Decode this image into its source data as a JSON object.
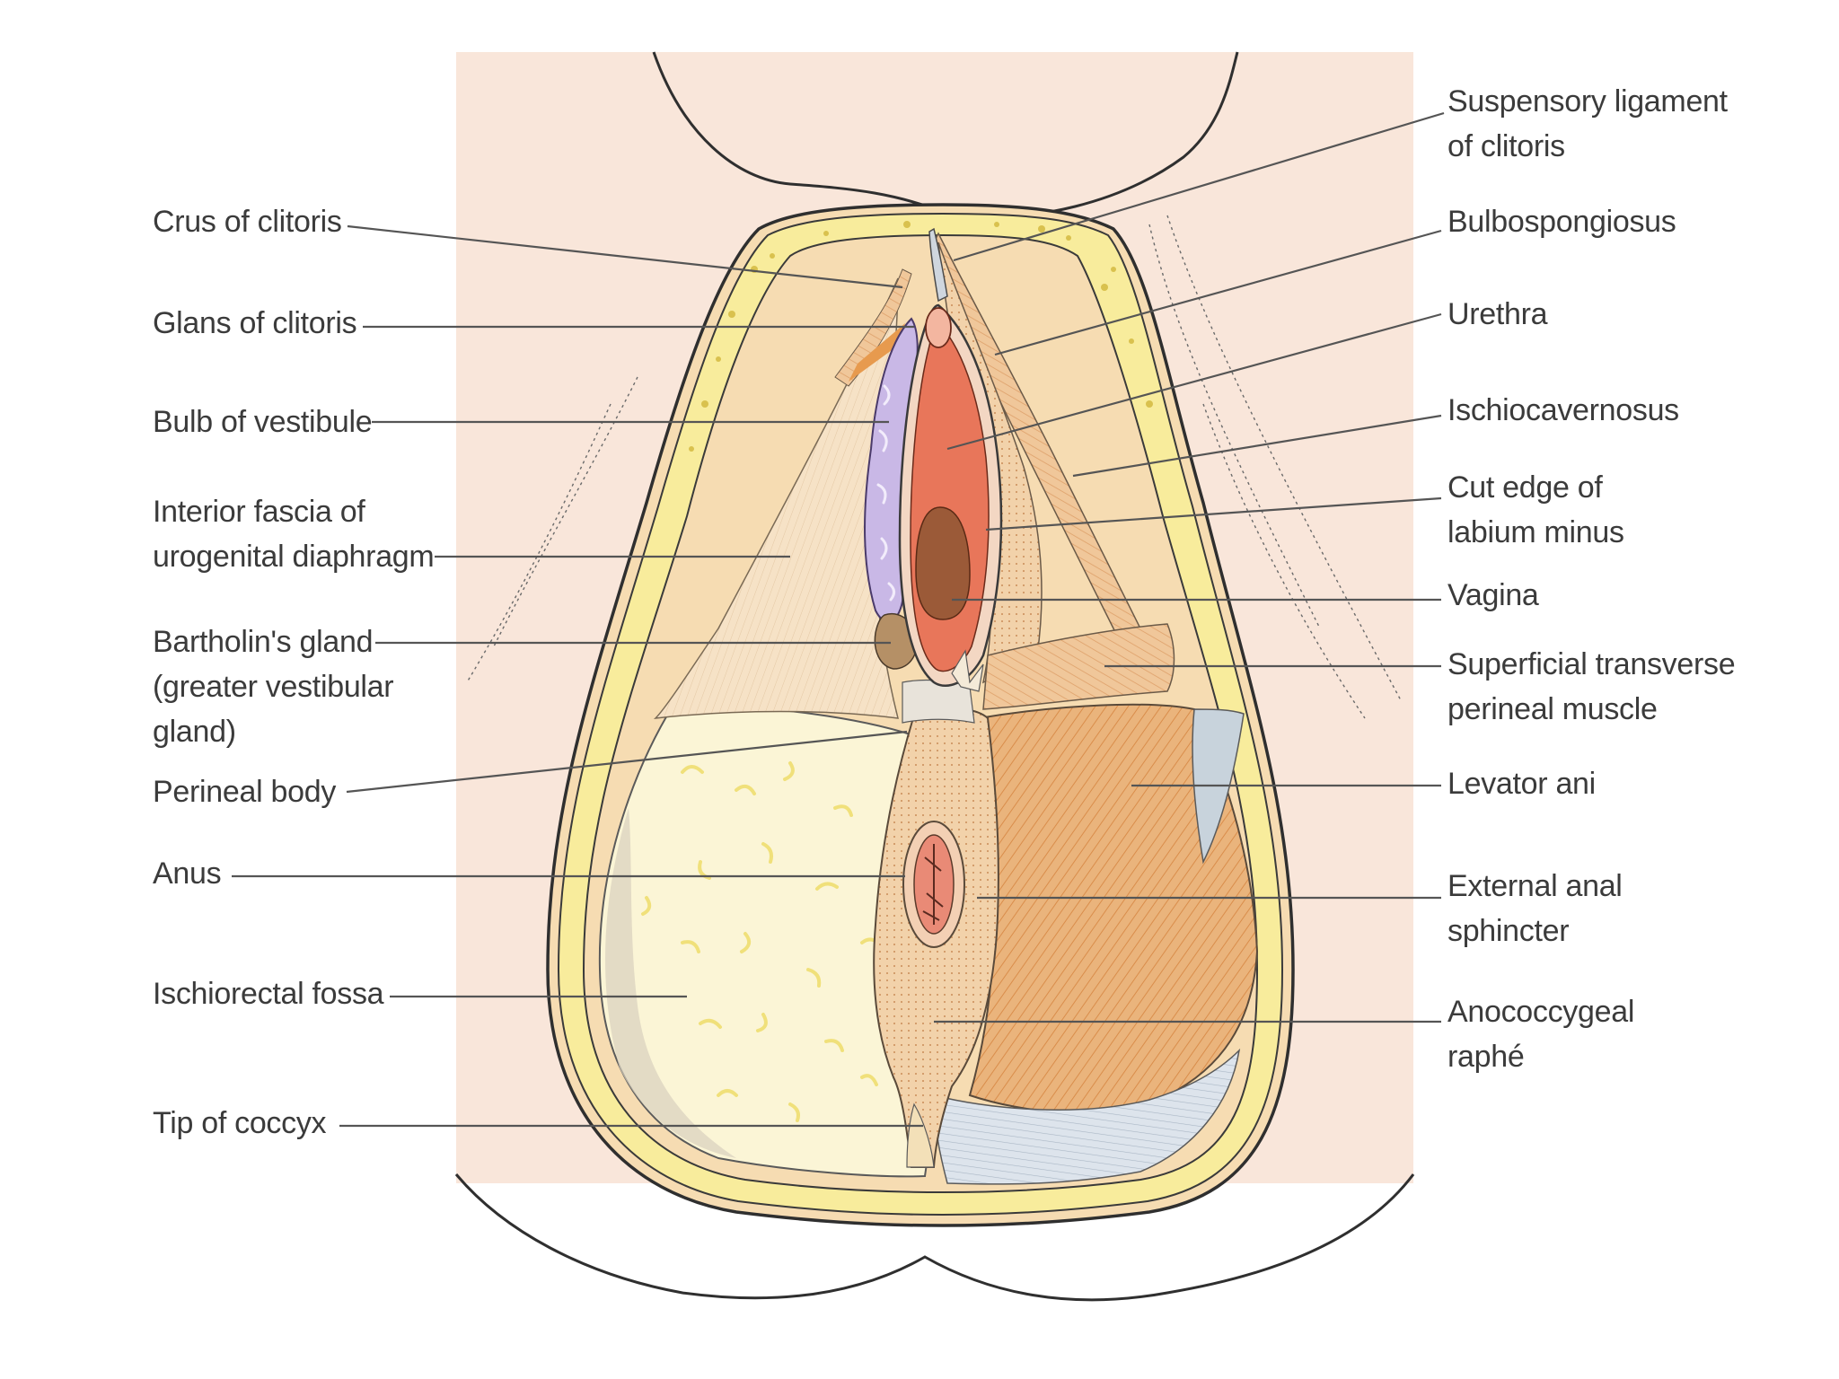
{
  "labels_left": {
    "crus_of_clitoris": "Crus of clitoris",
    "glans_of_clitoris": "Glans of clitoris",
    "bulb_of_vestibule": "Bulb of vestibule",
    "interior_fascia": [
      "Interior fascia of",
      "urogenital diaphragm"
    ],
    "bartholins_gland": [
      "Bartholin's gland",
      "(greater vestibular",
      "gland)"
    ],
    "perineal_body": "Perineal body",
    "anus": "Anus",
    "ischiorectal_fossa": "Ischiorectal fossa",
    "tip_of_coccyx": "Tip of coccyx"
  },
  "labels_right": {
    "suspensory_ligament": [
      "Suspensory ligament",
      "of clitoris"
    ],
    "bulbospongiosus": "Bulbospongiosus",
    "urethra": "Urethra",
    "ischiocavernosus": "Ischiocavernosus",
    "cut_edge_labium_minus": [
      "Cut edge of",
      "labium minus"
    ],
    "vagina": "Vagina",
    "superficial_transverse_perineal": [
      "Superficial transverse",
      "perineal muscle"
    ],
    "levator_ani": "Levator ani",
    "external_anal_sphincter": [
      "External anal",
      "sphincter"
    ],
    "anococcygeal_raphe": [
      "Anococcygeal",
      "raphé"
    ]
  },
  "colors": {
    "skin": "#f9e6da",
    "fat_yellow": "#f8ec9c",
    "fascia": "#f6dcb2",
    "muscle": "#e9a866",
    "vestibule_bulb": "#c9b8e6",
    "vagina_wall": "#e8765a",
    "vagina_lumen": "#9b5a38",
    "fossa_fat": "#fbf5d6",
    "levator_gray": "#c8d3dc",
    "outline": "#333333"
  }
}
